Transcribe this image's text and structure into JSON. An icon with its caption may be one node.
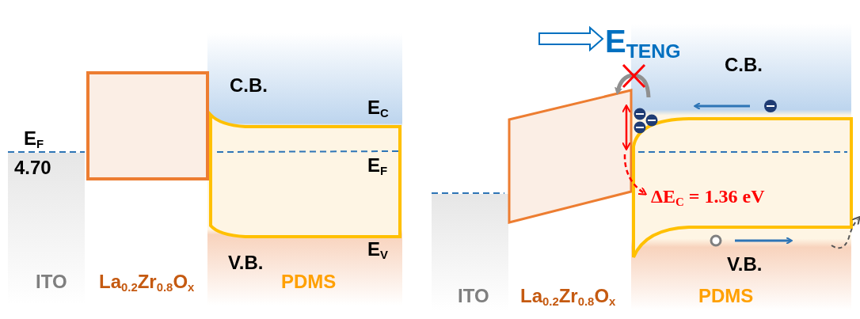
{
  "diagram": {
    "labels": [
      "E$_{F}$",
      "4.70",
      "C.B.",
      "E$_{C}$",
      "E$_{F}$",
      "E$_{V}$",
      "V.B.",
      "ITO",
      "La$_{0.2}$Zr$_{0.8}$O$_{x}$",
      "PDMS",
      "E$_{TENG}$",
      "C.B.",
      "ΔE$_{C}$ = 1.36 eV",
      "V.B.",
      "ITO",
      "La$_{0.2}$Zr$_{0.8}$O$_{x}$",
      "PDMS"
    ]
  }
}
